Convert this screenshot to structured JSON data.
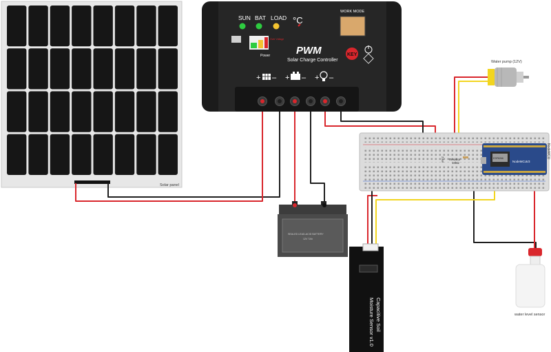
{
  "solar_panel": {
    "label": "Solar panel"
  },
  "controller": {
    "indicators": [
      "SUN",
      "BAT",
      "LOAD"
    ],
    "temp_unit": "°C",
    "work_mode_label": "WORK MODE",
    "brand": "PWM",
    "subtitle": "Solar Charge Controller",
    "key_label": "KEY",
    "over_voltage": "Over Voltage",
    "power_label": "Power"
  },
  "battery": {
    "line1": "SEALED LEAD-ACID BATTERY",
    "line2": "12V 7Ah"
  },
  "pump": {
    "label": "Water pump (12V)"
  },
  "breadboard": {
    "resistor_label": "Resistor",
    "resistor_value": "10kΩ",
    "mosfet_label": "IRFZ"
  },
  "mcu": {
    "label": "NodeMCU",
    "brand": "NodeMCU",
    "version": "V3",
    "esp_label": "ESP8266"
  },
  "moisture_sensor": {
    "line1": "Capacitive Soil",
    "line2": "Moisture Sensor v1.0"
  },
  "water_level_sensor": {
    "label": "water level sensor"
  },
  "colors": {
    "red_wire": "#d9262c",
    "black_wire": "#1e1e1e",
    "yellow_wire": "#f2d51f"
  }
}
